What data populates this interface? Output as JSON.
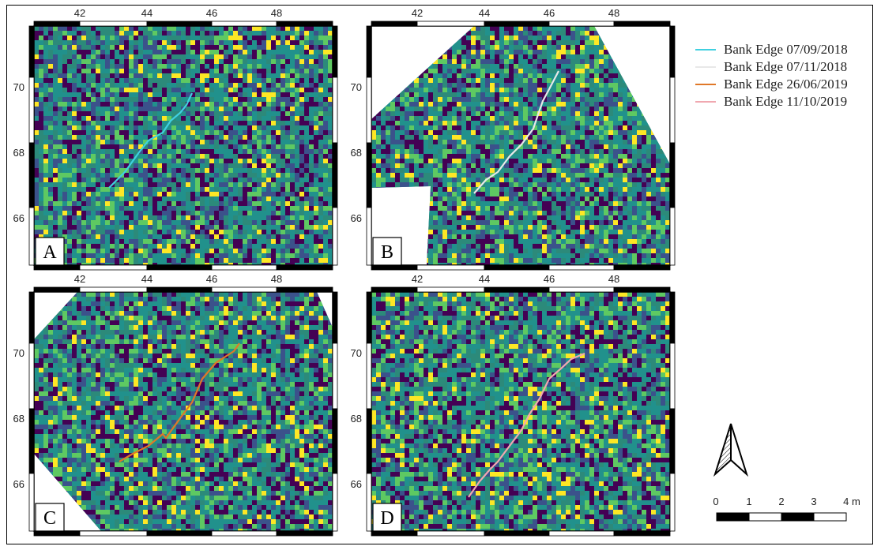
{
  "x_ticks": [
    "42",
    "44",
    "46",
    "48"
  ],
  "y_ticks": [
    "70",
    "68",
    "66"
  ],
  "panels": [
    {
      "id": "A",
      "label": "A",
      "series": 0,
      "coverage": "full"
    },
    {
      "id": "B",
      "label": "B",
      "series": 1,
      "coverage": "diamond"
    },
    {
      "id": "C",
      "label": "C",
      "series": 2,
      "coverage": "rotated"
    },
    {
      "id": "D",
      "label": "D",
      "series": 3,
      "coverage": "full"
    }
  ],
  "legend": {
    "items": [
      {
        "label": "Bank Edge 07/09/2018",
        "color": "#40d0e0"
      },
      {
        "label": "Bank Edge 07/11/2018",
        "color": "#e8e8e8"
      },
      {
        "label": "Bank Edge 26/06/2019",
        "color": "#e07828"
      },
      {
        "label": "Bank Edge 11/10/2019",
        "color": "#f0a8b0"
      }
    ]
  },
  "scalebar": {
    "labels": [
      "0",
      "1",
      "2",
      "3",
      "4 m"
    ]
  },
  "colors": {
    "viridis_dark": "#440154",
    "viridis_mid": "#21918c",
    "viridis_green": "#5ec962",
    "viridis_yellow": "#fde725"
  },
  "north_arrow": {
    "icon": "north-arrow-icon"
  }
}
